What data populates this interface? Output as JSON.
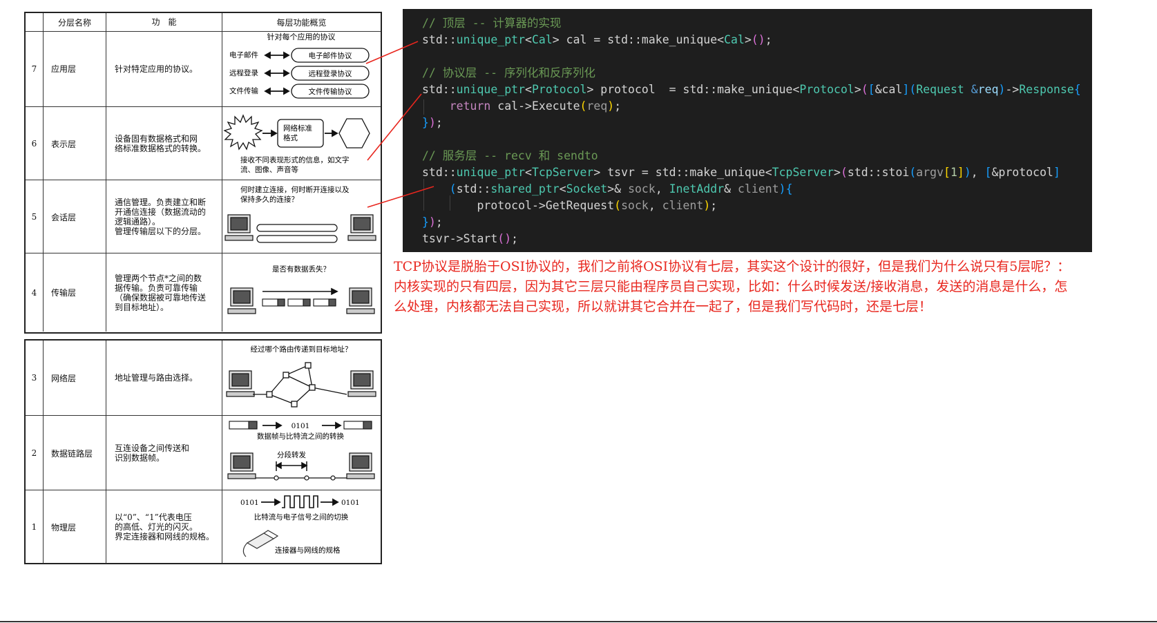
{
  "osi": {
    "header": {
      "name": "分层名称",
      "func": "功　能",
      "overview": "每层功能概览"
    },
    "layers": [
      {
        "num": "7",
        "name": "应用层",
        "func": "针对特定应用的协议。",
        "fig": {
          "title": "针对每个应用的协议",
          "labels": [
            "电子邮件",
            "远程登录",
            "文件传输"
          ],
          "boxes": [
            "电子邮件协议",
            "远程登录协议",
            "文件传输协议"
          ]
        }
      },
      {
        "num": "6",
        "name": "表示层",
        "func": "设备固有数据格式和网\n络标准数据格式的转换。",
        "fig": {
          "box_line1": "网络标准",
          "box_line2": "格式",
          "cap1": "接收不同表现形式的信息，如文字",
          "cap2": "流、图像、声音等"
        }
      },
      {
        "num": "5",
        "name": "会话层",
        "func": "通信管理。负责建立和断\n开通信连接（数据流动的\n逻辑通路）。\n管理传输层以下的分层。",
        "fig": {
          "cap1": "何时建立连接，何时断开连接以及",
          "cap2": "保持多久的连接？"
        }
      },
      {
        "num": "4",
        "name": "传输层",
        "func": "管理两个节点*之间的数\n据传输。负责可靠传输\n（确保数据被可靠地传送\n到目标地址）。",
        "fig": {
          "cap": "是否有数据丢失？"
        }
      },
      {
        "num": "3",
        "name": "网络层",
        "func": "地址管理与路由选择。",
        "fig": {
          "cap": "经过哪个路由传递到目标地址？"
        }
      },
      {
        "num": "2",
        "name": "数据链路层",
        "func": "互连设备之间传送和\n识别数据帧。",
        "fig": {
          "bits": "0101",
          "cap": "数据帧与比特流之间的转换",
          "hop": "分段转发"
        }
      },
      {
        "num": "1",
        "name": "物理层",
        "func": "以“0”、“1”代表电压\n的高低、灯光的闪灭。\n界定连接器和网线的规格。",
        "fig": {
          "bits_in": "0101",
          "bits_out": "0101",
          "cap": "比特流与电子信号之间的切换",
          "cap2": "连接器与网线的规格"
        }
      }
    ]
  },
  "code": {
    "c1": "// 顶层 -- 计算器的实现",
    "c2": "// 协议层 -- 序列化和反序列化",
    "c3": "// 服务层 -- recv 和 sendto"
  },
  "note": {
    "line1": "TCP协议是脱胎于OSI协议的，我们之前将OSI协议有七层，其实这个设计的很好，但是我们为什么说只有5层呢？：",
    "line2": "内核实现的只有四层，因为其它三层只能由程序员自己实现，比如：什么时候发送/接收消息，发送的消息是什么，怎",
    "line3": "么处理，内核都无法自己实现，所以就讲其它合并在一起了，但是我们写代码时，还是七层！"
  },
  "colors": {
    "annotation": "#e8261e",
    "code_bg": "#1e1e1e",
    "comment": "#6a9955",
    "type": "#4ec9b0",
    "keyword": "#569cd6"
  }
}
